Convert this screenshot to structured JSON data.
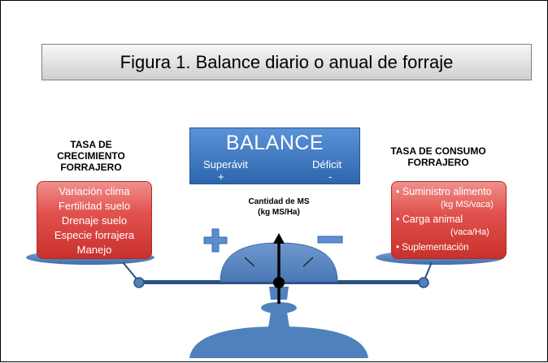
{
  "title": "Figura 1. Balance diario o anual de forraje",
  "left_header": [
    "TASA DE",
    "CRECIMIENTO",
    "FORRAJERO"
  ],
  "right_header": [
    "TASA DE CONSUMO",
    "FORRAJERO"
  ],
  "balance": {
    "label": "BALANCE",
    "surplus": "Superávit",
    "surplus_sign": "+",
    "deficit": "Déficit",
    "deficit_sign": "-"
  },
  "growth_factors": [
    "Variación clima",
    "Fertilidad suelo",
    "Drenaje suelo",
    "Especie forrajera",
    "Manejo"
  ],
  "consumption_factors": {
    "item1": "• Suministro alimento",
    "item1_unit": "(kg MS/vaca)",
    "item2": "• Carga animal",
    "item2_unit": "(vaca/Ha)",
    "item3": "• Suplementación"
  },
  "gauge": {
    "label": "Cantidad de MS",
    "unit": "(kg MS/Ha)"
  },
  "colors": {
    "scale_blue": "#4f81bd",
    "balance_blue": "#3a74bd",
    "factor_red": "#d9534f",
    "needle": "#000000"
  },
  "icons": {
    "plus": "plus-icon",
    "minus": "minus-icon"
  }
}
